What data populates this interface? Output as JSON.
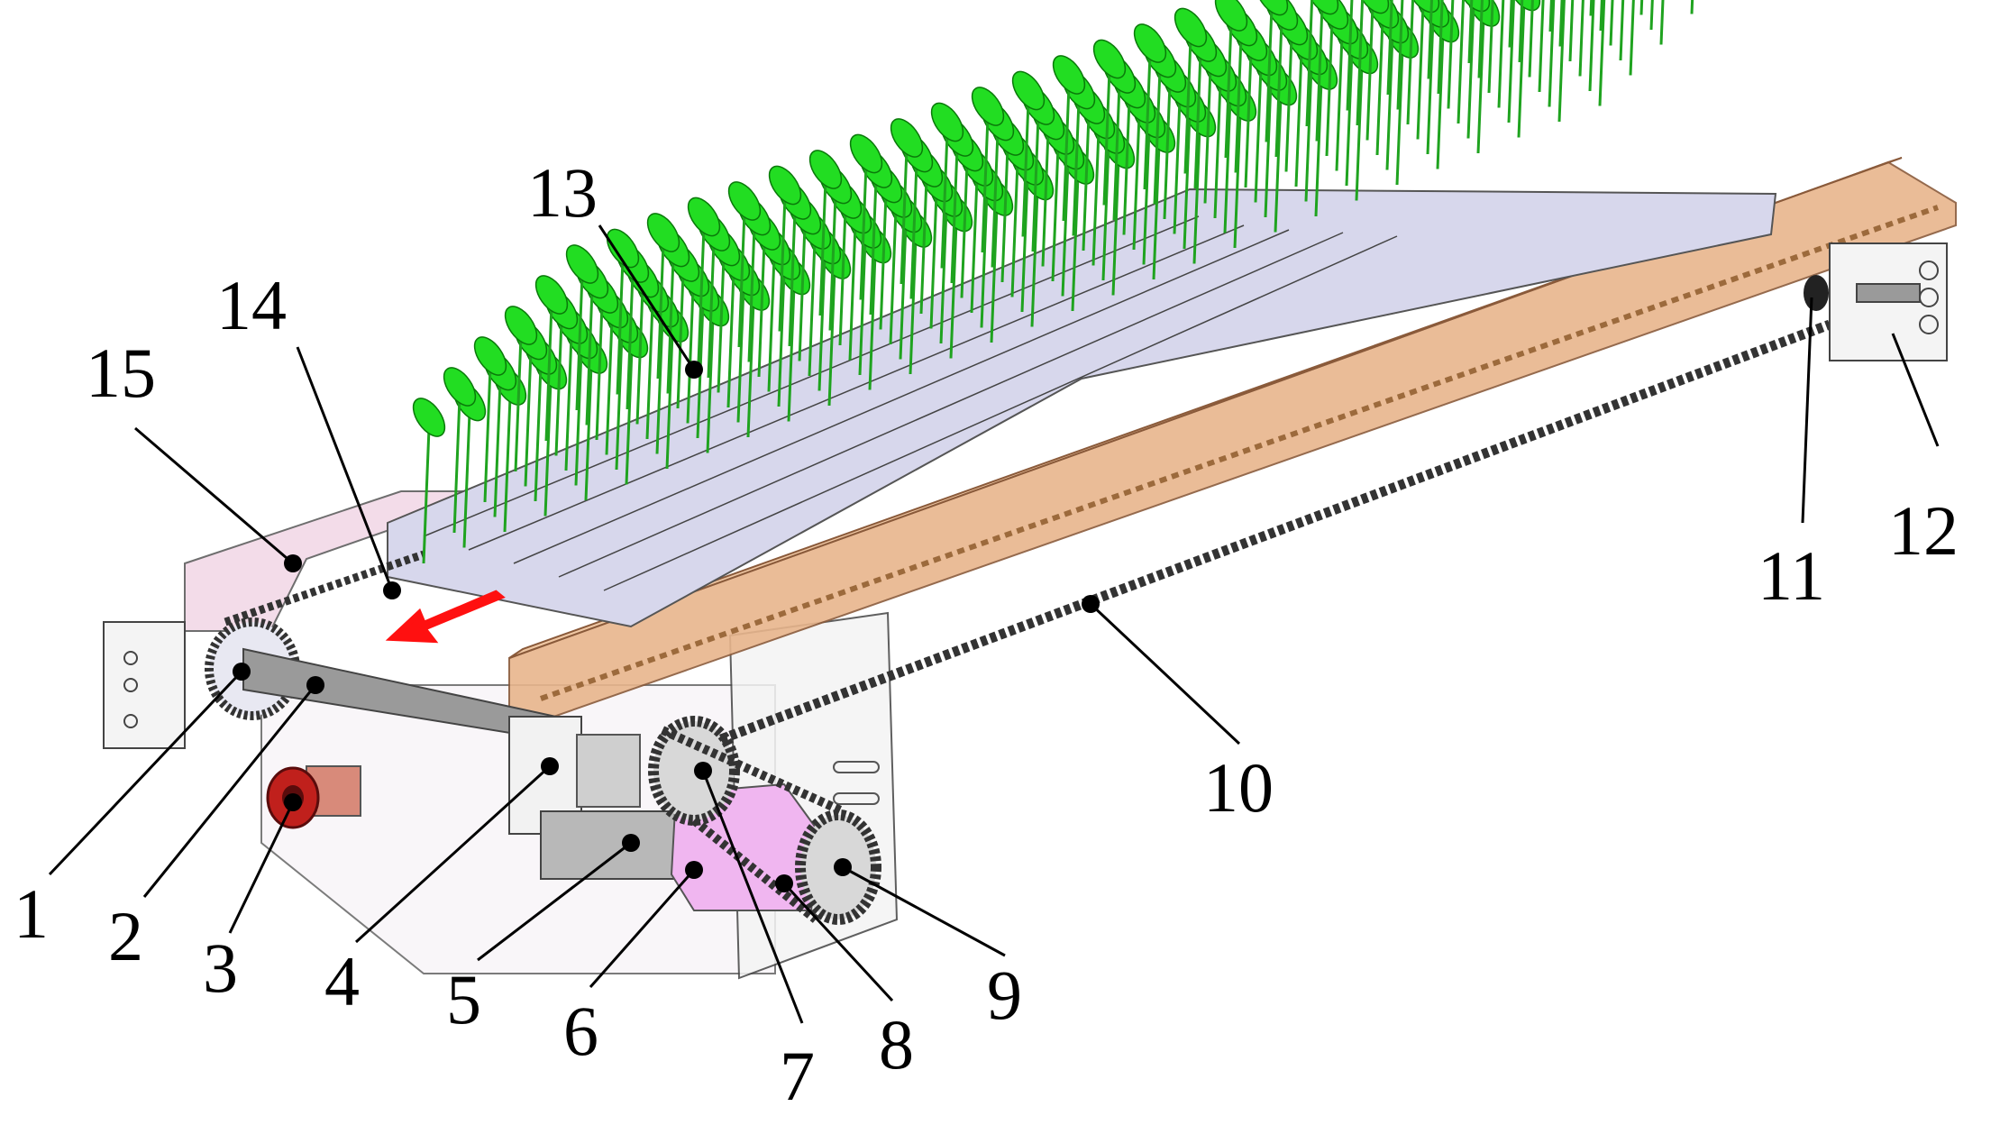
{
  "colors": {
    "leaf": "#22dd22",
    "leaf_edge": "#0a7a0a",
    "stem": "#1fa31f",
    "tray": "#d7d7ec",
    "rail": "#e8b58c",
    "panel": "#f2d7e6",
    "plate": "#f4f4f4",
    "motor": "#f0b6f0",
    "chain": "#333333",
    "shaft": "#9a9a9a",
    "arrow": "#ff1010",
    "red_part": "#c0201c",
    "leader": "#000000"
  },
  "callouts": [
    {
      "id": "c1",
      "label": "1"
    },
    {
      "id": "c2",
      "label": "2"
    },
    {
      "id": "c3",
      "label": "3"
    },
    {
      "id": "c4",
      "label": "4"
    },
    {
      "id": "c5",
      "label": "5"
    },
    {
      "id": "c6",
      "label": "6"
    },
    {
      "id": "c7",
      "label": "7"
    },
    {
      "id": "c8",
      "label": "8"
    },
    {
      "id": "c9",
      "label": "9"
    },
    {
      "id": "c10",
      "label": "10"
    },
    {
      "id": "c11",
      "label": "11"
    },
    {
      "id": "c12",
      "label": "12"
    },
    {
      "id": "c13",
      "label": "13"
    },
    {
      "id": "c14",
      "label": "14"
    },
    {
      "id": "c15",
      "label": "15"
    }
  ]
}
